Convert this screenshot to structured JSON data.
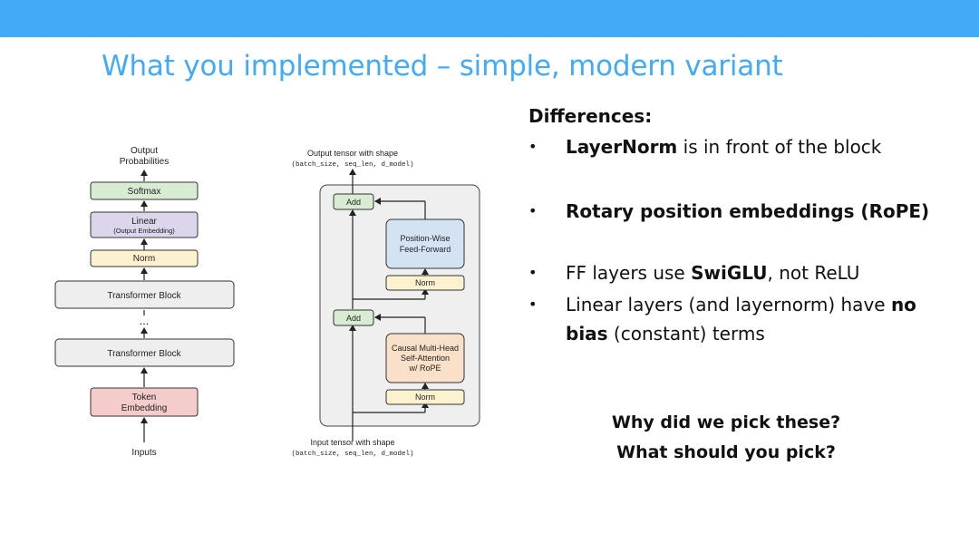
{
  "slide": {
    "title": "What you implemented – simple, modern variant",
    "accent_color": "#42aaf9"
  },
  "left_diagram": {
    "output_label_line1": "Output",
    "output_label_line2": "Probabilities",
    "softmax": "Softmax",
    "linear": "Linear",
    "linear_sub": "(Output Embedding)",
    "norm": "Norm",
    "transformer_block_top": "Transformer Block",
    "ellipsis": "...",
    "transformer_block_bottom": "Transformer Block",
    "token_embedding_line1": "Token",
    "token_embedding_line2": "Embedding",
    "inputs": "Inputs"
  },
  "block_diagram": {
    "output_label": "Output tensor with shape",
    "output_shape": "(batch_size, seq_len, d_model)",
    "add_top": "Add",
    "ffn_line1": "Position-Wise",
    "ffn_line2": "Feed-Forward",
    "norm_top": "Norm",
    "add_bottom": "Add",
    "attn_line1": "Causal Multi-Head",
    "attn_line2": "Self-Attention",
    "attn_line3": "w/ RoPE",
    "norm_bottom": "Norm",
    "input_label": "Input tensor with shape",
    "input_shape": "(batch_size, seq_len, d_model)"
  },
  "differences": {
    "heading": "Differences:",
    "bullet_symbol": "•",
    "items": [
      {
        "bold_pre": "",
        "pre": " ",
        "bold": "LayerNorm",
        "post": " is in front of the block",
        "bold2": "",
        "post2": ""
      },
      {
        "pre": "",
        "bold": "Rotary position embeddings (RoPE)",
        "post": "",
        "bold2": "",
        "post2": ""
      },
      {
        "pre": "FF layers use ",
        "bold": "SwiGLU",
        "post": ", not ReLU",
        "bold2": "",
        "post2": ""
      },
      {
        "pre": " Linear layers (and layernorm) have ",
        "bold": "no bias",
        "post": " (constant) terms",
        "bold2": "",
        "post2": ""
      }
    ]
  },
  "questions": {
    "q1": "Why did we pick these?",
    "q2": "What should you pick?"
  }
}
